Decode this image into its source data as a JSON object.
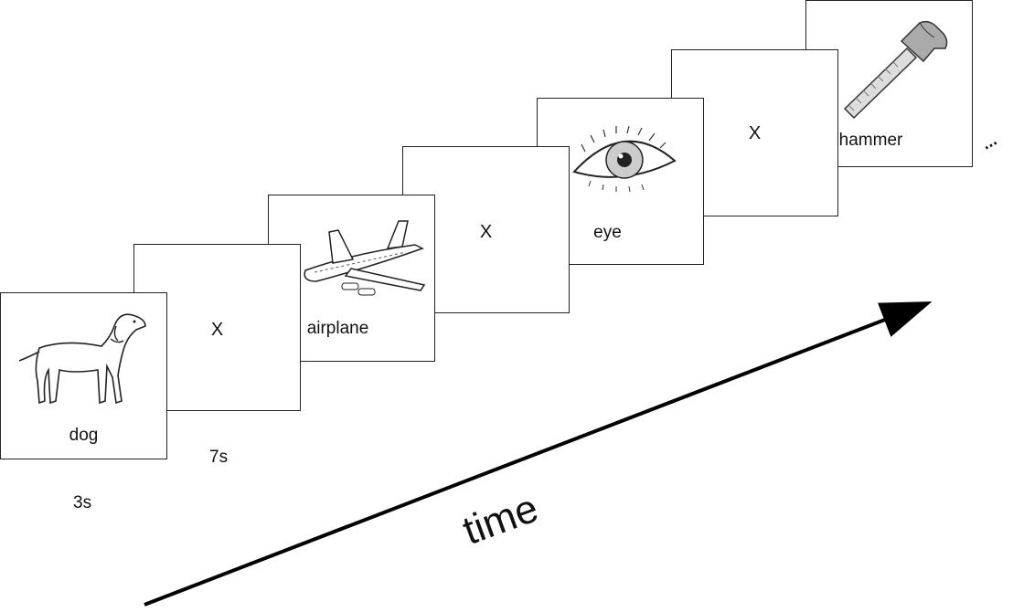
{
  "frames": [
    {
      "kind": "picture",
      "label": "dog"
    },
    {
      "kind": "fixation",
      "label": "X"
    },
    {
      "kind": "picture",
      "label": "airplane"
    },
    {
      "kind": "fixation",
      "label": "X"
    },
    {
      "kind": "picture",
      "label": "eye"
    },
    {
      "kind": "fixation",
      "label": "X"
    },
    {
      "kind": "picture",
      "label": "hammer"
    }
  ],
  "durations": {
    "stimulus": "3s",
    "fixation": "7s"
  },
  "axis": {
    "label": "time"
  },
  "continuation": "..."
}
